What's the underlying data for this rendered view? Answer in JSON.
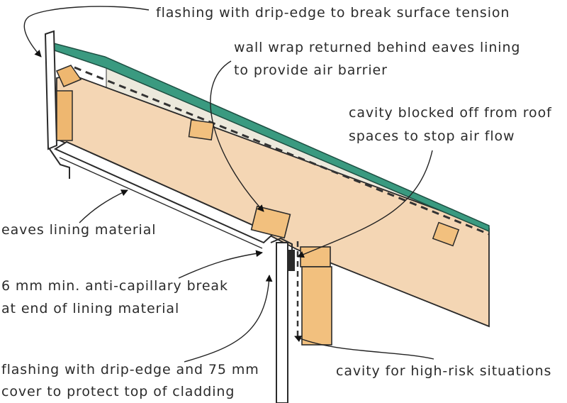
{
  "labels": {
    "flashing_top": "flashing with drip-edge to break surface tension",
    "wall_wrap_line1": "wall wrap returned behind eaves lining",
    "wall_wrap_line2": "to provide air barrier",
    "cavity_blocked_line1": "cavity blocked off from roof",
    "cavity_blocked_line2": "spaces to stop air flow",
    "eaves_lining": "eaves lining material",
    "anti_capillary_line1": "6 mm min. anti-capillary break",
    "anti_capillary_line2": "at end of lining material",
    "flashing_bottom_line1": "flashing with drip-edge and 75 mm",
    "flashing_bottom_line2": "cover to protect top of cladding",
    "cavity_high_risk": "cavity for high-risk situations"
  },
  "colors": {
    "timber": "#f2c07e",
    "fascia_timber": "#eeb770",
    "rafter": "#f4d6b4",
    "sheathing": "#ece9dc",
    "flashing": "#3a9a80",
    "outline": "#2a2a2a"
  }
}
